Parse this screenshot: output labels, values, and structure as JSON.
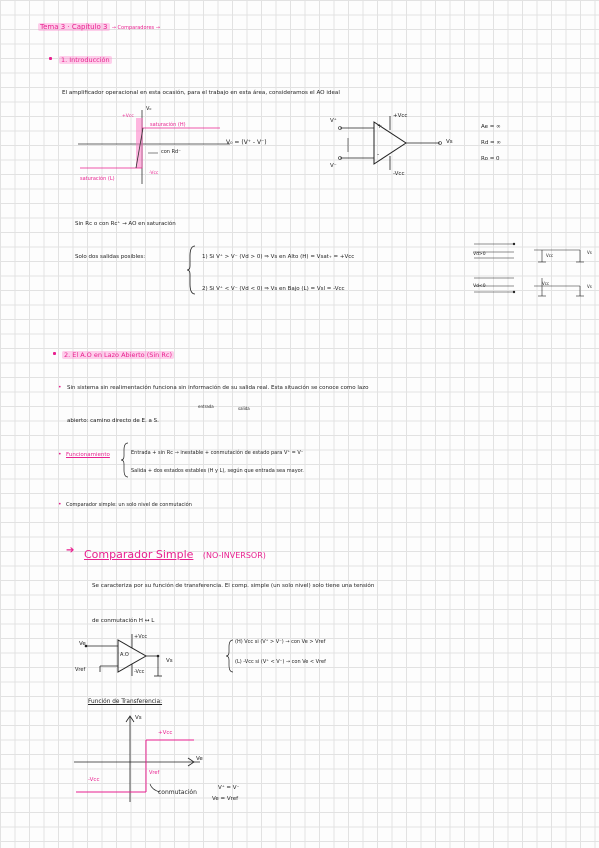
{
  "header": {
    "topic": "Tema 3 · Capítulo 3",
    "topic_sub": "→ Comparadores →"
  },
  "sec1": {
    "title": "1. Introducción",
    "line1": "El amplificador operacional en esta ocasión, para el trabajo en esta área, consideramos el AO ideal",
    "graph": {
      "vo": "V₀",
      "vcc_pos": "+Vcc",
      "vcc_neg": "-Vcc",
      "sat_high": "saturación (H)",
      "sat_low": "saturación (L)",
      "rd_note": "con Rd⁻",
      "formula": "V₀ = (V⁺ - V⁻)"
    },
    "opamp": {
      "vplus": "V⁺",
      "vminus": "V⁻",
      "vcc_pos": "+Vcc",
      "vcc_neg": "-Vcc",
      "out": "Vs",
      "plus_sign": "+",
      "minus_sign": "-"
    },
    "params": [
      "Ae = ∞",
      "Rd = ∞",
      "Ro = 0"
    ],
    "sin_rc": "Sin Rc o con Rc⁺ → AO en saturación",
    "salidas_lbl": "Solo dos salidas posibles:",
    "case1": "1) Si V⁺ > V⁻ (Vd > 0) ⇒ Vs en Alto (H) = Vsat₊ = +Vcc",
    "case2": "2) Si V⁺ < V⁻ (Vd < 0) ⇒ Vs en Bajo (L) = Vsl = -Vcc",
    "mini1_lbl": "Vd>0",
    "mini2_lbl": "Vd<0",
    "mini_vcc": "Vcc",
    "mini_vs": "Vs"
  },
  "sec2": {
    "title": "2. El A.O en Lazo Abierto (Sin Rc)",
    "line1": "Sin sistema sin realimentación funciona sin información de su salida real. Esta situación se conoce como lazo",
    "line2": "abierto: camino directo de E. a S.",
    "line2_sup1": "entrada",
    "line2_sup2": "salida",
    "func_lbl": "Funcionamiento",
    "func_b1": "Entrada + sin Rc → inestable + conmutación de estado para V⁺ = V⁻",
    "func_b2": "Salida + dos estados estables (H y L), según que entrada sea mayor.",
    "comp_simple": "Comparador simple: un solo nivel de conmutación"
  },
  "sec3": {
    "title": "Comparador Simple",
    "title_paren": "(NO-INVERSOR)",
    "line1": "Se caracteriza por su función de transferencia. El comp. simple (un solo nivel) solo tiene una tensión",
    "line2": "de conmutación H ↔ L",
    "opamp": {
      "ve": "Ve",
      "vref": "Vref",
      "ao": "A.O",
      "vcc_pos": "+Vcc",
      "vcc_neg": "-Vcc",
      "vs": "Vs"
    },
    "cond_h": "(H) Vcc si (V⁺ > V⁻) → con Ve > Vref",
    "cond_l": "(L) -Vcc si (V⁺ < V⁻) → con Ve < Vref",
    "ft_title": "Función de Transferencia:",
    "ft": {
      "vs": "Vs",
      "vcc_pos": "+Vcc",
      "vcc_neg": "-Vcc",
      "ve": "Ve",
      "vref": "Vref",
      "conm": "conmutación",
      "eq1": "V⁺ = V⁻",
      "eq2": "Ve = Vref"
    }
  }
}
